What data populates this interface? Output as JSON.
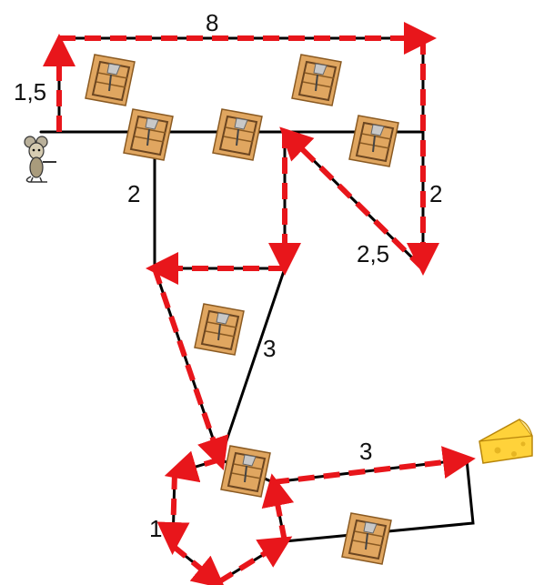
{
  "edge_labels": {
    "top_edge": "8",
    "left_stub": "1,5",
    "left_vertical": "2",
    "right_vertical": "2",
    "diagonal": "2,5",
    "triangle_side": "3",
    "pentagon_side": "1",
    "bottom_box_top": "3"
  },
  "icons": {
    "mouse": "mouse-icon",
    "mousetrap": "mousetrap-icon",
    "cheese": "cheese-icon"
  },
  "colors": {
    "route": "#e8161b",
    "edge": "#000000",
    "trap_wood": "#e0a660",
    "cheese": "#ffd23a"
  }
}
